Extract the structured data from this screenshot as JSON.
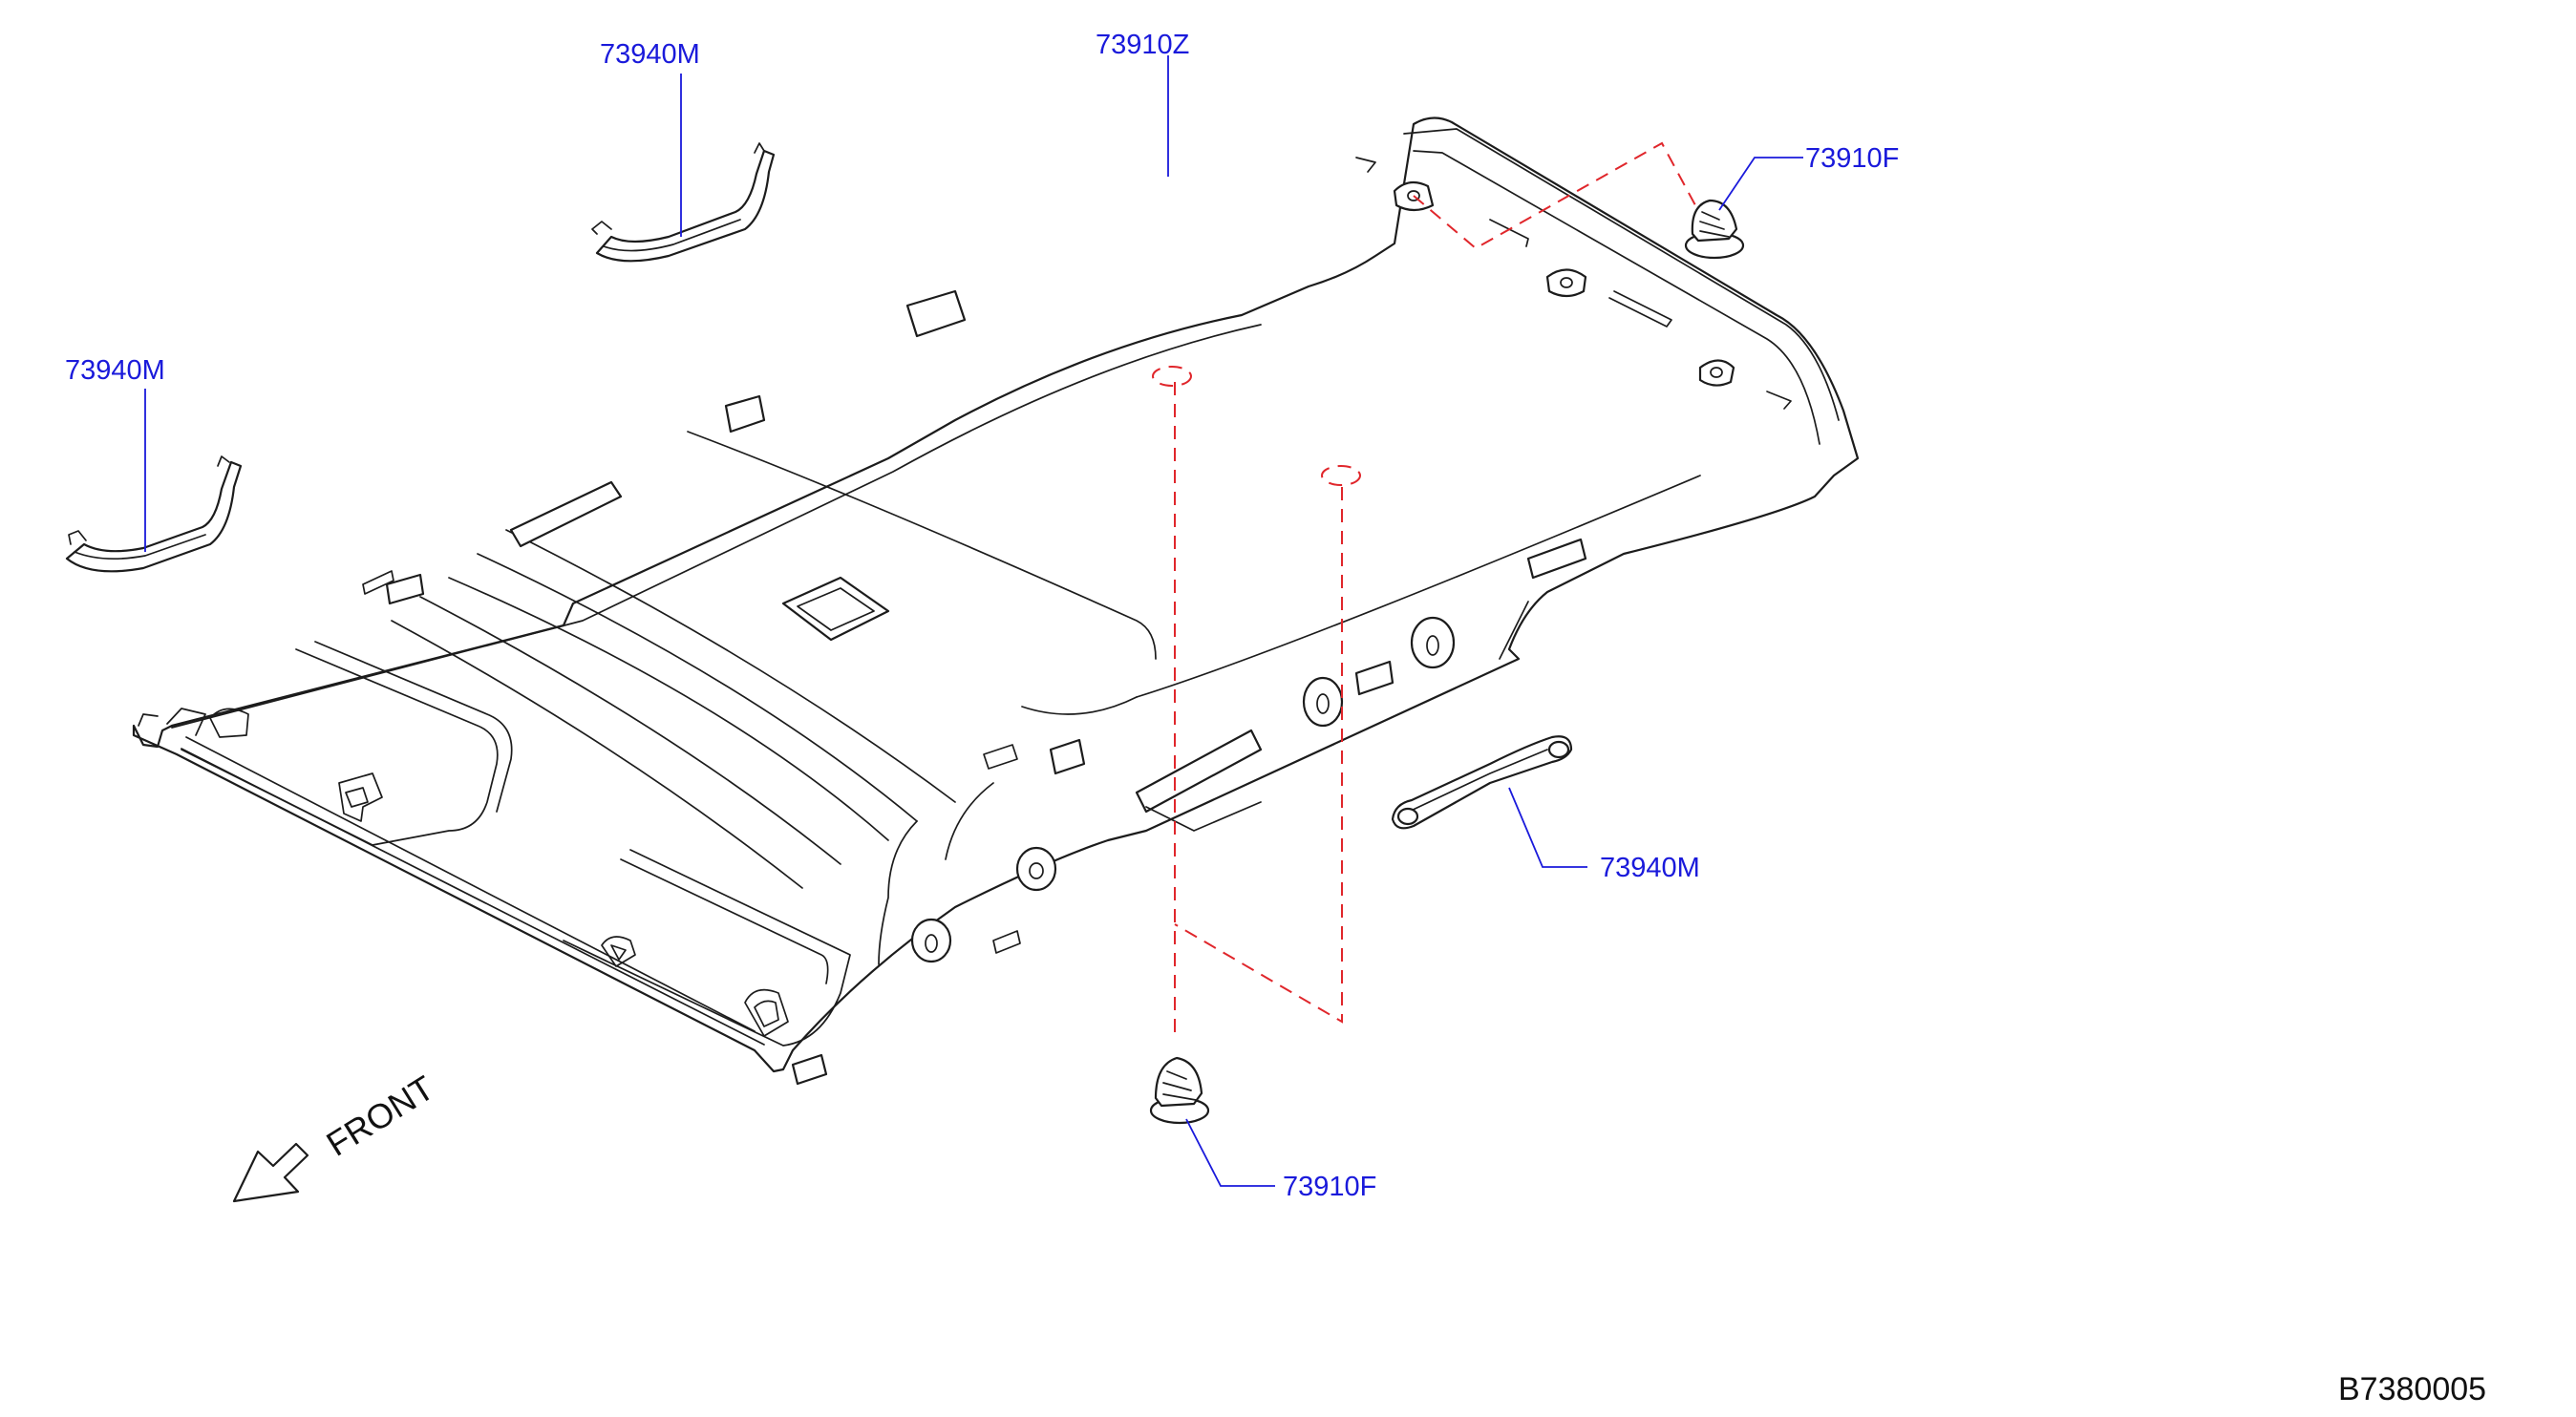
{
  "labels": {
    "headlining": "73910Z",
    "grip_top": "73940M",
    "grip_left": "73940M",
    "grip_right": "73940M",
    "clip_top_right": "73910F",
    "clip_bottom": "73910F"
  },
  "front_indicator": "FRONT",
  "diagram_code": "B7380005",
  "colors": {
    "label_text": "#1a1adb",
    "leader_line": "#1a1adb",
    "hidden_line": "#e0262b",
    "line_art": "#1c1c1c"
  }
}
